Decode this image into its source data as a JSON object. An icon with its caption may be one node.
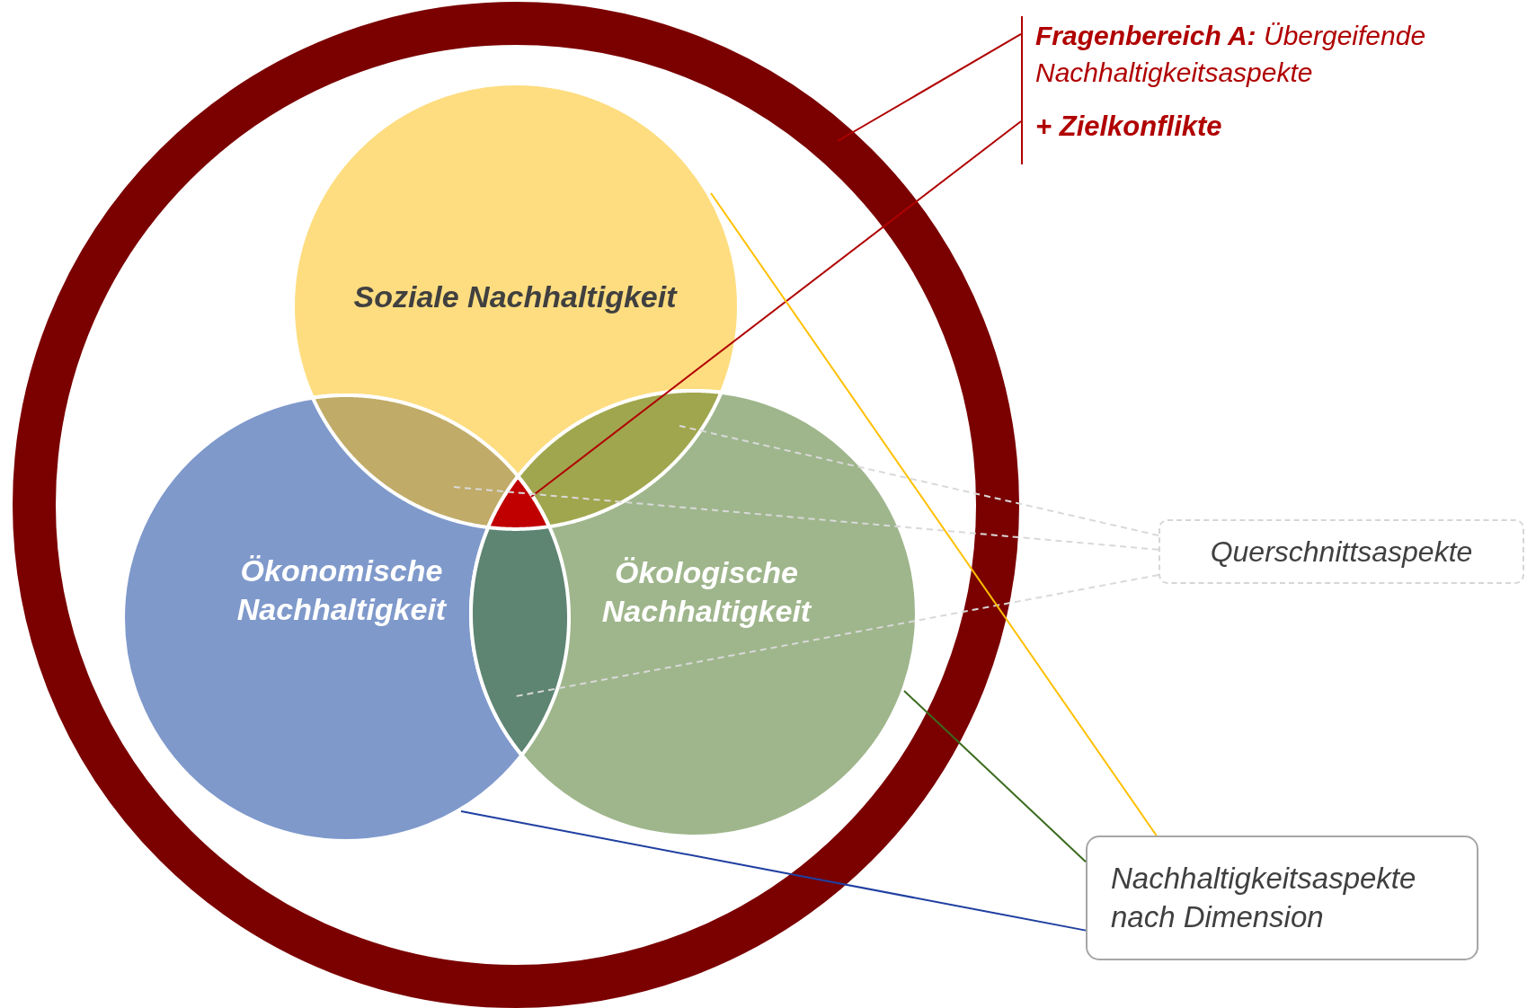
{
  "diagram": {
    "nodes": [
      {
        "text": [],
        "shape": "circle"
      },
      {
        "text": [
          "Soziale Nachhaltigkeit"
        ],
        "in": 0
      },
      {
        "text": [
          "Ökonomische Nachhaltigkeit"
        ],
        "in": 0
      },
      {
        "text": [
          "Ökologische Nachhaltigkeit"
        ],
        "in": 0
      },
      {
        "text": [],
        "shape": "lens"
      },
      {
        "text": [],
        "shape": "lens"
      },
      {
        "text": [],
        "shape": "lens"
      },
      {
        "text": [],
        "shape": "triangle"
      },
      {
        "text": [
          "**Fragenbereich A:** Übergeifende Nachhaltigkeitsaspekte"
        ]
      },
      {
        "text": [
          "+ Zielkonflikte"
        ]
      },
      {
        "text": [
          "Querschnittsaspekte"
        ]
      },
      {
        "text": [
          "Nachhaltigkeitsaspekte nach Dimension"
        ]
      }
    ],
    "edges": [
      {
        "from": 8,
        "to": 0,
        "arrow": "none",
        "color": "#b00000"
      },
      {
        "from": 9,
        "to": 7,
        "arrow": "none",
        "color": "#b00000"
      },
      {
        "from": 10,
        "to": 5,
        "arrow": "none",
        "style": "dashed",
        "color": "#d9d9d9"
      },
      {
        "from": 10,
        "to": 4,
        "arrow": "none",
        "style": "dashed",
        "color": "#d9d9d9"
      },
      {
        "from": 10,
        "to": 6,
        "arrow": "none",
        "style": "dashed",
        "color": "#d9d9d9"
      },
      {
        "from": 11,
        "to": 1,
        "arrow": "none",
        "color": "#ffc000"
      },
      {
        "from": 11,
        "to": 3,
        "arrow": "none",
        "color": "#3a6b1e"
      },
      {
        "from": 11,
        "to": 2,
        "arrow": "none",
        "color": "#1f3fa0"
      }
    ]
  }
}
